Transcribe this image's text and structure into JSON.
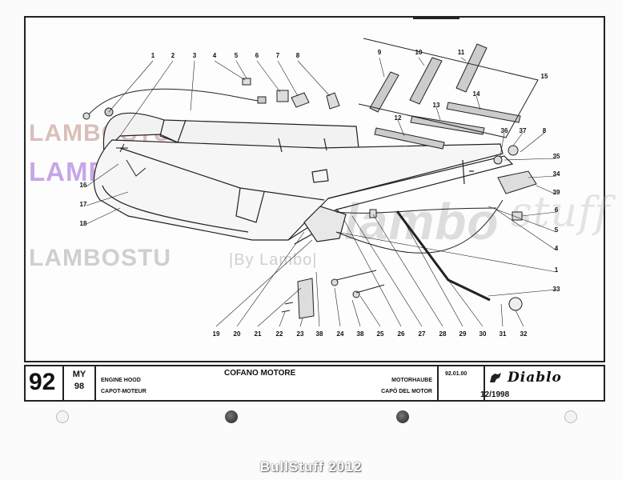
{
  "diagram": {
    "callouts": [
      "1",
      "2",
      "3",
      "4",
      "5",
      "6",
      "7",
      "8",
      "9",
      "10",
      "11",
      "12",
      "13",
      "14",
      "15",
      "36",
      "37",
      "8",
      "35",
      "34",
      "39",
      "6",
      "5",
      "4",
      "1",
      "33",
      "16",
      "17",
      "18",
      "19",
      "20",
      "21",
      "22",
      "23",
      "38",
      "24",
      "38",
      "25",
      "26",
      "27",
      "28",
      "29",
      "30",
      "31",
      "32"
    ]
  },
  "watermarks": {
    "wm1": "LAMBOSTUFF.COM",
    "wm2": "LAMBOSTUFF.COM",
    "wm3": "LAMBOSTU",
    "wm4": "|By Lambo|",
    "wm5": "lambo",
    "wm6": "stuff"
  },
  "title_block": {
    "page_number": "92",
    "model_label": "MY",
    "model_year": "98",
    "title_it": "COFANO MOTORE",
    "name_en": "ENGINE HOOD",
    "name_fr": "CAPOT-MOTEUR",
    "name_de": "MOTORHAUBE",
    "name_es": "CAPÓ DEL MOTOR",
    "code": "92.01.00",
    "brand": "Diablo",
    "date": "12/1998"
  },
  "footer": {
    "text": "BullStuff 2012"
  }
}
